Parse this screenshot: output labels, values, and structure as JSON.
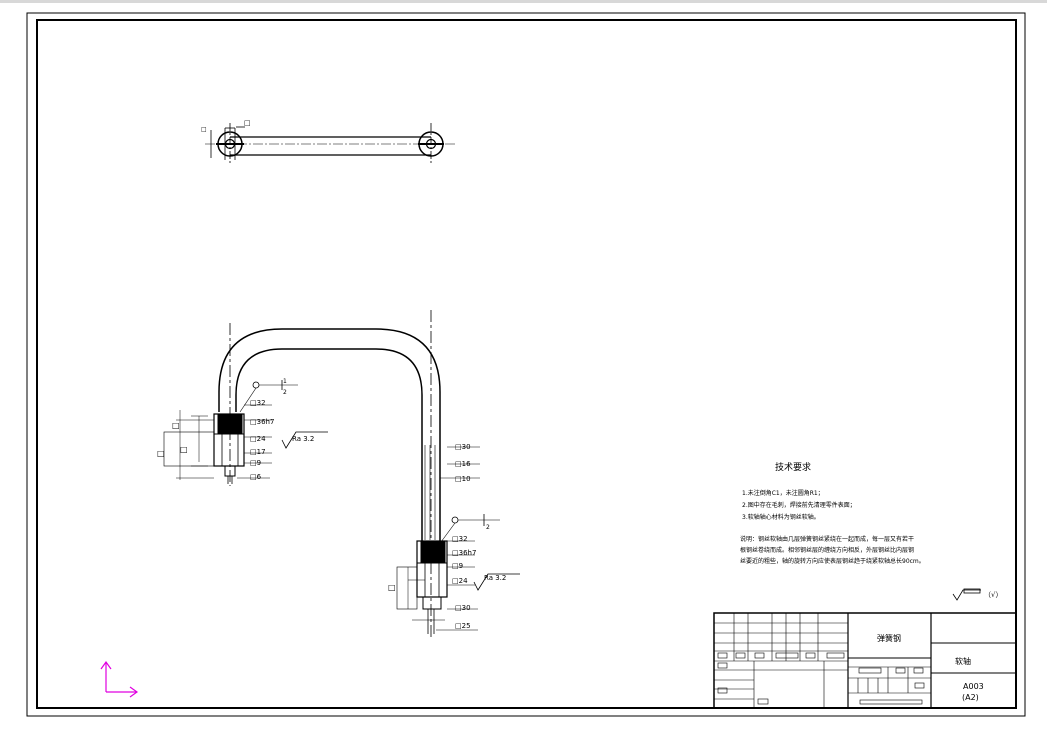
{
  "dims": {
    "pin_top": "□",
    "top_side": "□",
    "left_d32": "□32",
    "left_d36h7": "□36h7",
    "left_d24": "□24",
    "left_d17": "□17",
    "left_d9": "□9",
    "left_d6": "□6",
    "left_side_1": "□",
    "left_side_2": "□",
    "left_side_3": "□",
    "right_d30": "□30",
    "right_d16": "□16",
    "right_d10": "□10",
    "right_d32": "□32",
    "right_d36h7": "□36h7",
    "right_d9": "□9",
    "right_d24": "□24",
    "right_d30b": "□30",
    "right_d25": "□25",
    "right_side": "□",
    "ra_left": "Ra 3.2",
    "ra_right": "Ra 3.2",
    "sec_left_a": "1",
    "sec_left_b": "2",
    "sec_right": "2"
  },
  "tech": {
    "title": "技术要求",
    "line1": "1.未注倒角C1，未注圆角R1；",
    "line2": "2.图中存在毛刺，焊接前先清理零件表面；",
    "line3": "3.软轴轴心材料为钢丝软轴。",
    "note1": "说明：钢丝软轴由几层弹簧钢丝紧绕在一起而成，每一层又有若干",
    "note2": "根钢丝卷绕而成。相邻钢丝层的缠绕方向相反，外层钢丝比内层钢",
    "note3": "丝要近的粗些，轴的旋转方向应使表层钢丝趋于绕紧软轴总长90cm。",
    "roughness": "（√）"
  },
  "titleblock": {
    "material": "弹簧钢",
    "part_name": "软轴",
    "drawing_no": "A003",
    "sheet": "(A2)"
  }
}
